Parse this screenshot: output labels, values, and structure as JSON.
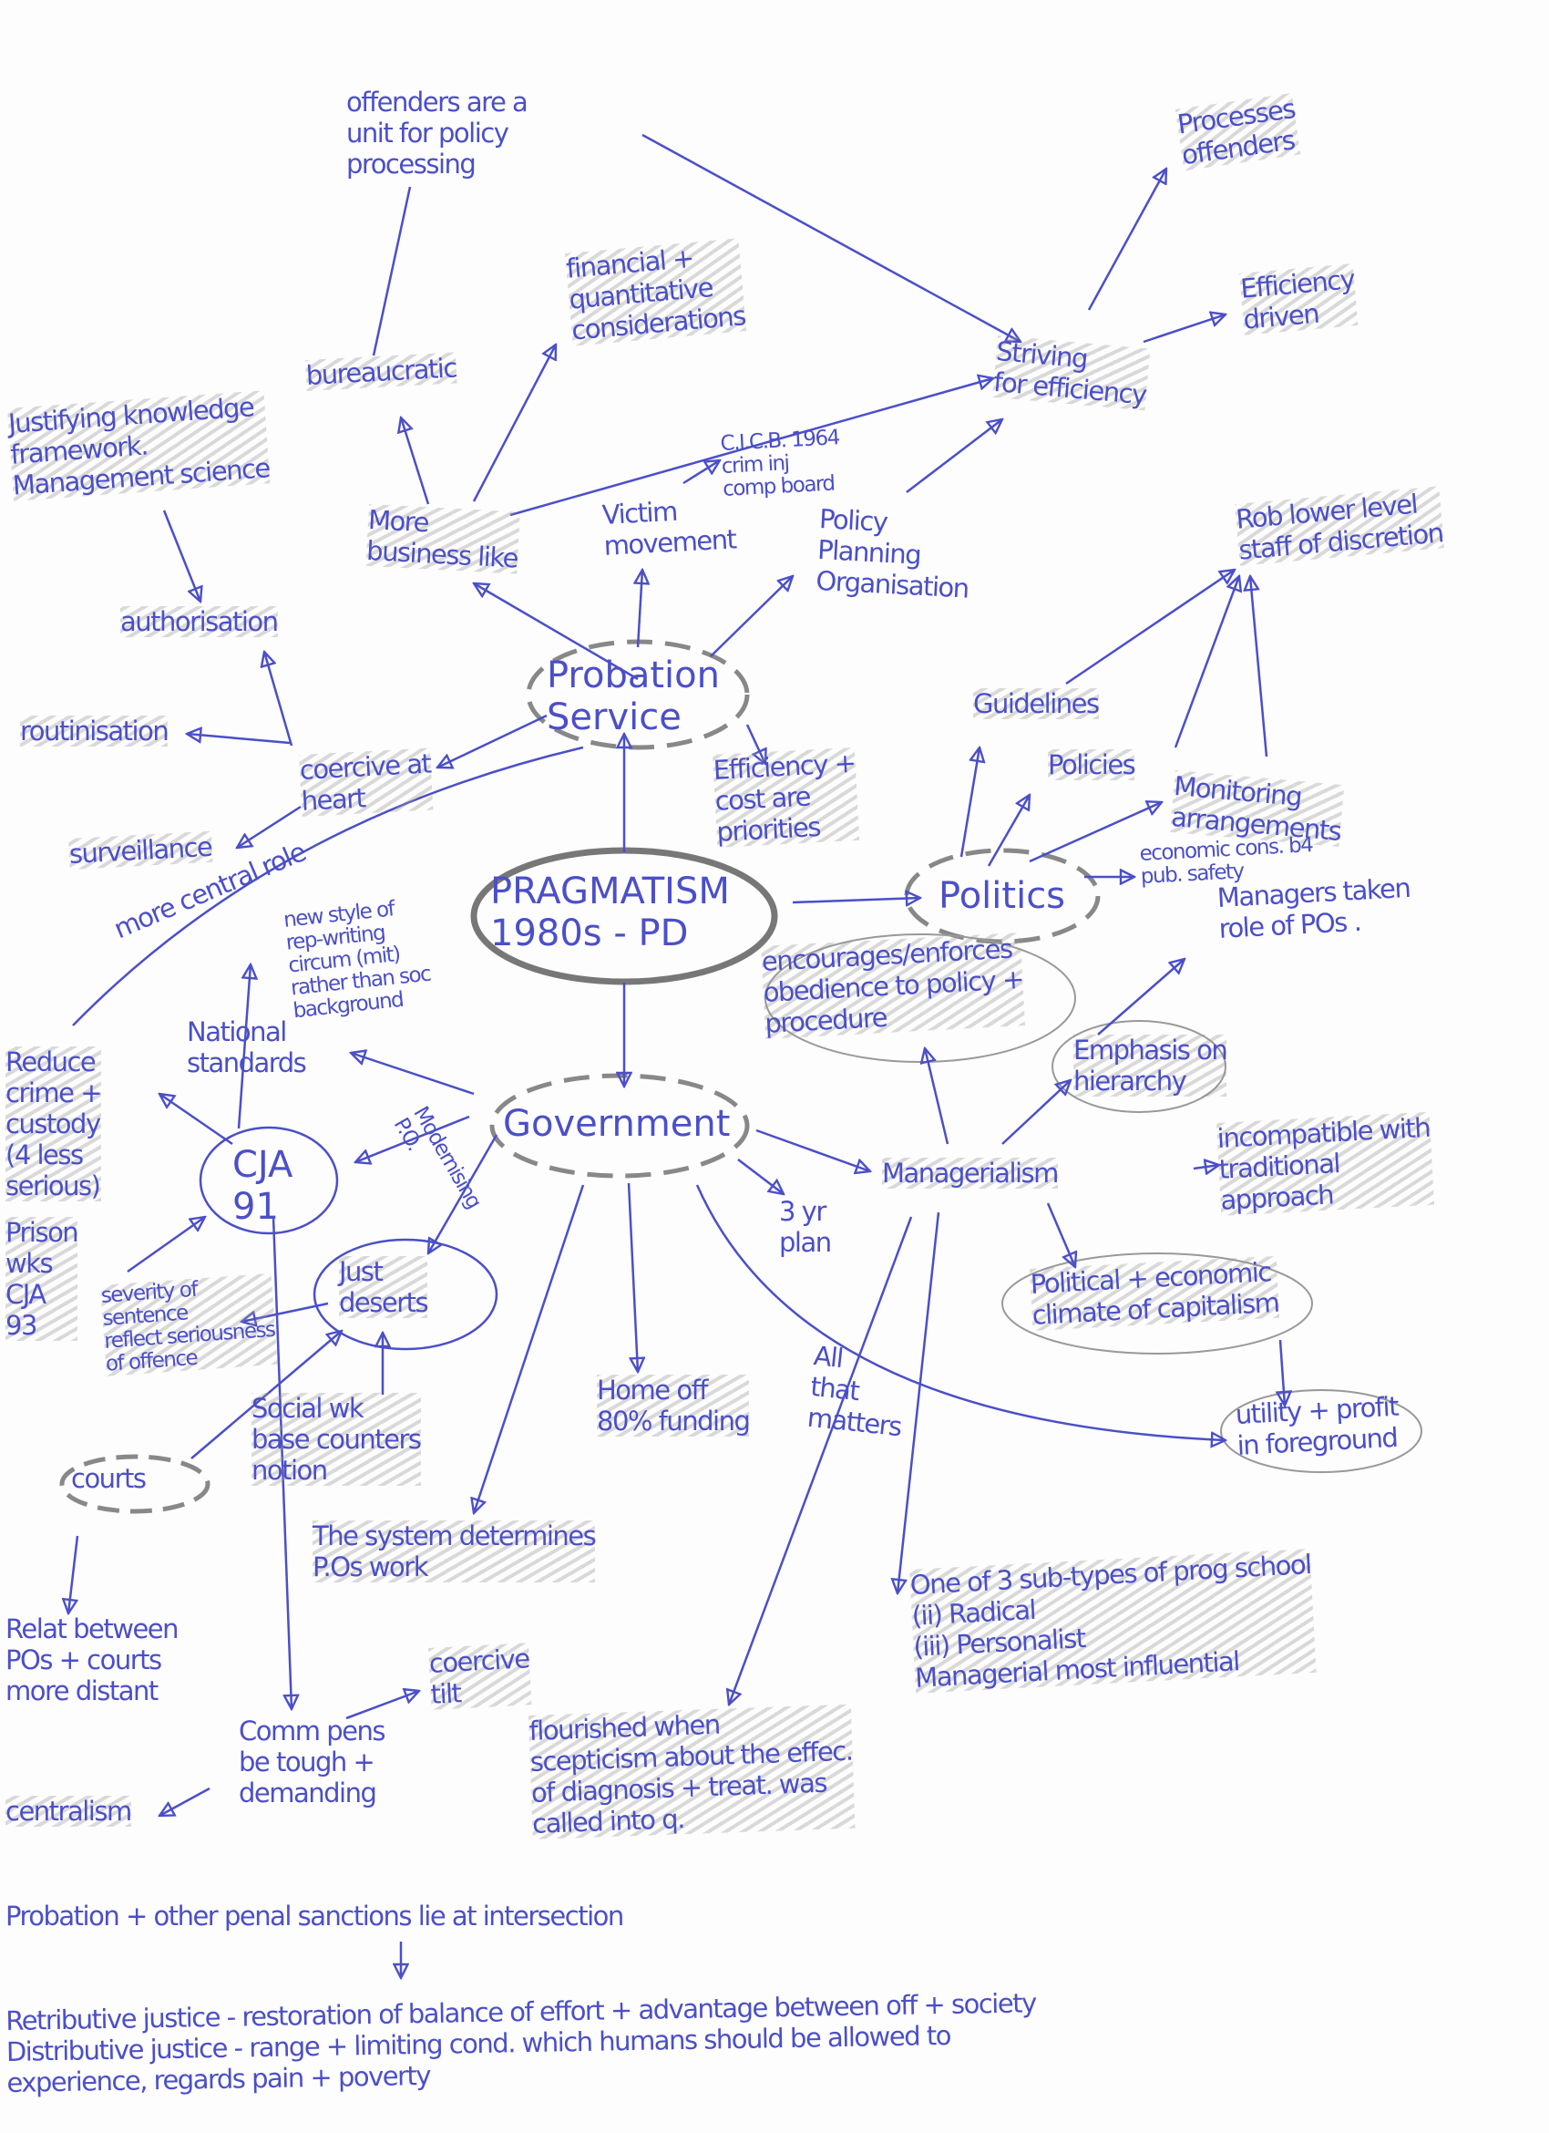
{
  "title": "PRAGMATISM 1980s-PD",
  "ink_color": "#4b4fc8",
  "nodes": [
    {
      "id": "offenders-unit",
      "lines": [
        "offenders are a",
        "unit for policy",
        "processing"
      ]
    },
    {
      "id": "processes-offenders",
      "lines": [
        "Processes",
        "offenders"
      ]
    },
    {
      "id": "financial",
      "lines": [
        "financial +",
        "quantitative",
        "considerations"
      ]
    },
    {
      "id": "efficiency-driven",
      "lines": [
        "Efficiency",
        "driven"
      ]
    },
    {
      "id": "bureaucratic",
      "lines": [
        "bureaucratic"
      ]
    },
    {
      "id": "striving",
      "lines": [
        "Striving",
        "for efficiency"
      ]
    },
    {
      "id": "justifying",
      "lines": [
        "Justifying knowledge",
        "framework.",
        "Management science"
      ]
    },
    {
      "id": "cicb",
      "lines": [
        "C.I.C.B. 1964",
        "crim inj",
        "comp board"
      ]
    },
    {
      "id": "business-like",
      "lines": [
        "More",
        "business like"
      ]
    },
    {
      "id": "victim",
      "lines": [
        "Victim",
        "movement"
      ]
    },
    {
      "id": "policy-planning",
      "lines": [
        "Policy",
        "Planning",
        "Organisation"
      ]
    },
    {
      "id": "rob-discretion",
      "lines": [
        "Rob lower level",
        "staff of discretion"
      ]
    },
    {
      "id": "authorisation",
      "lines": [
        "authorisation"
      ]
    },
    {
      "id": "probation-service",
      "lines": [
        "Probation",
        "Service"
      ]
    },
    {
      "id": "guidelines",
      "lines": [
        "Guidelines"
      ]
    },
    {
      "id": "routinisation",
      "lines": [
        "routinisation"
      ]
    },
    {
      "id": "coercive-heart",
      "lines": [
        "coercive at",
        "heart"
      ]
    },
    {
      "id": "efficiency-cost",
      "lines": [
        "Efficiency +",
        "cost are",
        "priorities"
      ]
    },
    {
      "id": "policies",
      "lines": [
        "Policies"
      ]
    },
    {
      "id": "monitoring",
      "lines": [
        "Monitoring",
        "arrangements"
      ]
    },
    {
      "id": "surveillance",
      "lines": [
        "surveillance"
      ]
    },
    {
      "id": "more-central-role",
      "lines": [
        "more central role"
      ]
    },
    {
      "id": "pragmatism",
      "lines": [
        "PRAGMATISM",
        "1980s - PD"
      ]
    },
    {
      "id": "politics",
      "lines": [
        "Politics"
      ]
    },
    {
      "id": "economic-cons",
      "lines": [
        "economic cons. b4",
        "pub. safety"
      ]
    },
    {
      "id": "managers-taken",
      "lines": [
        "Managers taken",
        "role of POs ."
      ]
    },
    {
      "id": "new-style",
      "lines": [
        "new style of",
        "rep-writing",
        "circum (mit)",
        "rather than soc",
        "background"
      ]
    },
    {
      "id": "encourages",
      "lines": [
        "encourages/enforces",
        "obedience to policy +",
        "procedure"
      ]
    },
    {
      "id": "national-standards",
      "lines": [
        "National",
        "standards"
      ]
    },
    {
      "id": "emphasis-hierarchy",
      "lines": [
        "Emphasis on",
        "hierarchy"
      ]
    },
    {
      "id": "reduce-crime",
      "lines": [
        "Reduce",
        "crime +",
        "custody",
        "(4 less",
        "serious)"
      ]
    },
    {
      "id": "government",
      "lines": [
        "Government"
      ]
    },
    {
      "id": "modernising",
      "lines": [
        "Modernising",
        "P.O."
      ]
    },
    {
      "id": "managerialism",
      "lines": [
        "Managerialism"
      ]
    },
    {
      "id": "incompatible",
      "lines": [
        "incompatible with",
        "traditional",
        "approach"
      ]
    },
    {
      "id": "cja91",
      "lines": [
        "CJA",
        "91"
      ]
    },
    {
      "id": "three-yr-plan",
      "lines": [
        "3 yr",
        "plan"
      ]
    },
    {
      "id": "prison-wks",
      "lines": [
        "Prison",
        "wks",
        "CJA",
        "93"
      ]
    },
    {
      "id": "just-deserts",
      "lines": [
        "Just",
        "deserts"
      ]
    },
    {
      "id": "political-economic",
      "lines": [
        "Political + economic",
        "climate of capitalism"
      ]
    },
    {
      "id": "severity",
      "lines": [
        "severity of",
        "sentence",
        "reflect seriousness",
        "of offence"
      ]
    },
    {
      "id": "all-that-matters",
      "lines": [
        "All",
        "that",
        "matters"
      ]
    },
    {
      "id": "home-off",
      "lines": [
        "Home off",
        "80% funding"
      ]
    },
    {
      "id": "social-wk",
      "lines": [
        "Social wk",
        "base counters",
        "notion"
      ]
    },
    {
      "id": "utility-profit",
      "lines": [
        "utility + profit",
        "in foreground"
      ]
    },
    {
      "id": "courts",
      "lines": [
        "courts"
      ]
    },
    {
      "id": "system-determines",
      "lines": [
        "The system determines",
        "P.Os work"
      ]
    },
    {
      "id": "sub-types",
      "lines": [
        "One of 3 sub-types of prog school",
        "(ii) Radical",
        "(iii) Personalist",
        "Managerial most influential"
      ]
    },
    {
      "id": "relat-courts",
      "lines": [
        "Relat between",
        "POs + courts",
        "more distant"
      ]
    },
    {
      "id": "coercive-tilt",
      "lines": [
        "coercive",
        "tilt"
      ]
    },
    {
      "id": "comm-pens",
      "lines": [
        "Comm pens",
        "be tough +",
        "demanding"
      ]
    },
    {
      "id": "flourished",
      "lines": [
        "flourished when",
        "scepticism about the effec.",
        "of diagnosis + treat. was",
        "called into q."
      ]
    },
    {
      "id": "centralism",
      "lines": [
        "centralism"
      ]
    },
    {
      "id": "intersection",
      "lines": [
        "Probation + other penal sanctions lie at intersection"
      ]
    },
    {
      "id": "justice",
      "lines": [
        "Retributive justice - restoration of balance of effort + advantage between off + society",
        "Distributive justice - range + limiting cond. which humans should be allowed to",
        "experience, regards pain + poverty"
      ]
    }
  ]
}
